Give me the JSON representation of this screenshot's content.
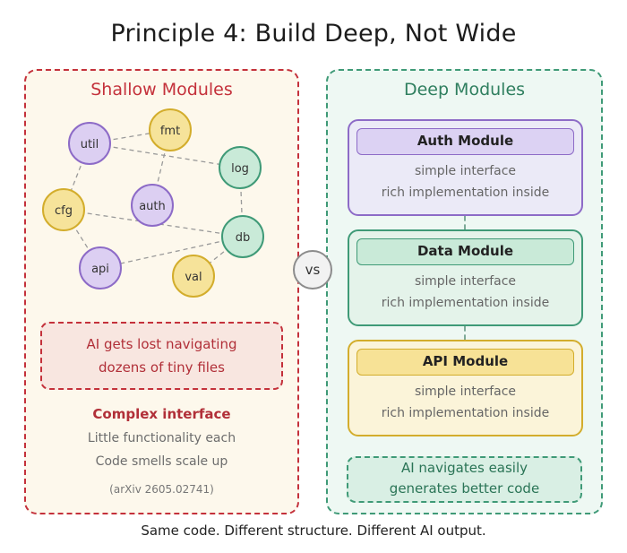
{
  "title": "Principle 4: Build Deep, Not Wide",
  "left_panel": {
    "title": "Shallow Modules",
    "nodes": [
      {
        "label": "util",
        "color": "#dccff2",
        "stroke": "#8d6bc7"
      },
      {
        "label": "fmt",
        "color": "#f6e39a",
        "stroke": "#d3ad2c"
      },
      {
        "label": "log",
        "color": "#c9ead8",
        "stroke": "#3f9a77"
      },
      {
        "label": "cfg",
        "color": "#f6e39a",
        "stroke": "#d3ad2c"
      },
      {
        "label": "auth",
        "color": "#dccff2",
        "stroke": "#8d6bc7"
      },
      {
        "label": "db",
        "color": "#c9ead8",
        "stroke": "#3f9a77"
      },
      {
        "label": "api",
        "color": "#dccff2",
        "stroke": "#8d6bc7"
      },
      {
        "label": "val",
        "color": "#f6e39a",
        "stroke": "#d3ad2c"
      }
    ],
    "edges": [
      [
        "util",
        "fmt"
      ],
      [
        "util",
        "log"
      ],
      [
        "util",
        "cfg"
      ],
      [
        "fmt",
        "auth"
      ],
      [
        "cfg",
        "api"
      ],
      [
        "cfg",
        "db"
      ],
      [
        "log",
        "db"
      ],
      [
        "db",
        "api"
      ],
      [
        "db",
        "val"
      ]
    ],
    "callout_lines": [
      "AI gets lost navigating",
      "dozens of tiny files"
    ],
    "subtitle": "Complex interface",
    "notes": [
      "Little functionality each",
      "Code smells scale up"
    ],
    "citation": "(arXiv 2605.02741)"
  },
  "vs_label": "vs",
  "right_panel": {
    "title": "Deep Modules",
    "modules": [
      {
        "name": "Auth Module",
        "line1": "simple interface",
        "line2": "rich implementation inside"
      },
      {
        "name": "Data Module",
        "line1": "simple interface",
        "line2": "rich implementation inside"
      },
      {
        "name": "API Module",
        "line1": "simple interface",
        "line2": "rich implementation inside"
      }
    ],
    "callout_lines": [
      "AI navigates easily",
      "generates better code"
    ]
  },
  "footer": "Same code. Different structure. Different AI output."
}
